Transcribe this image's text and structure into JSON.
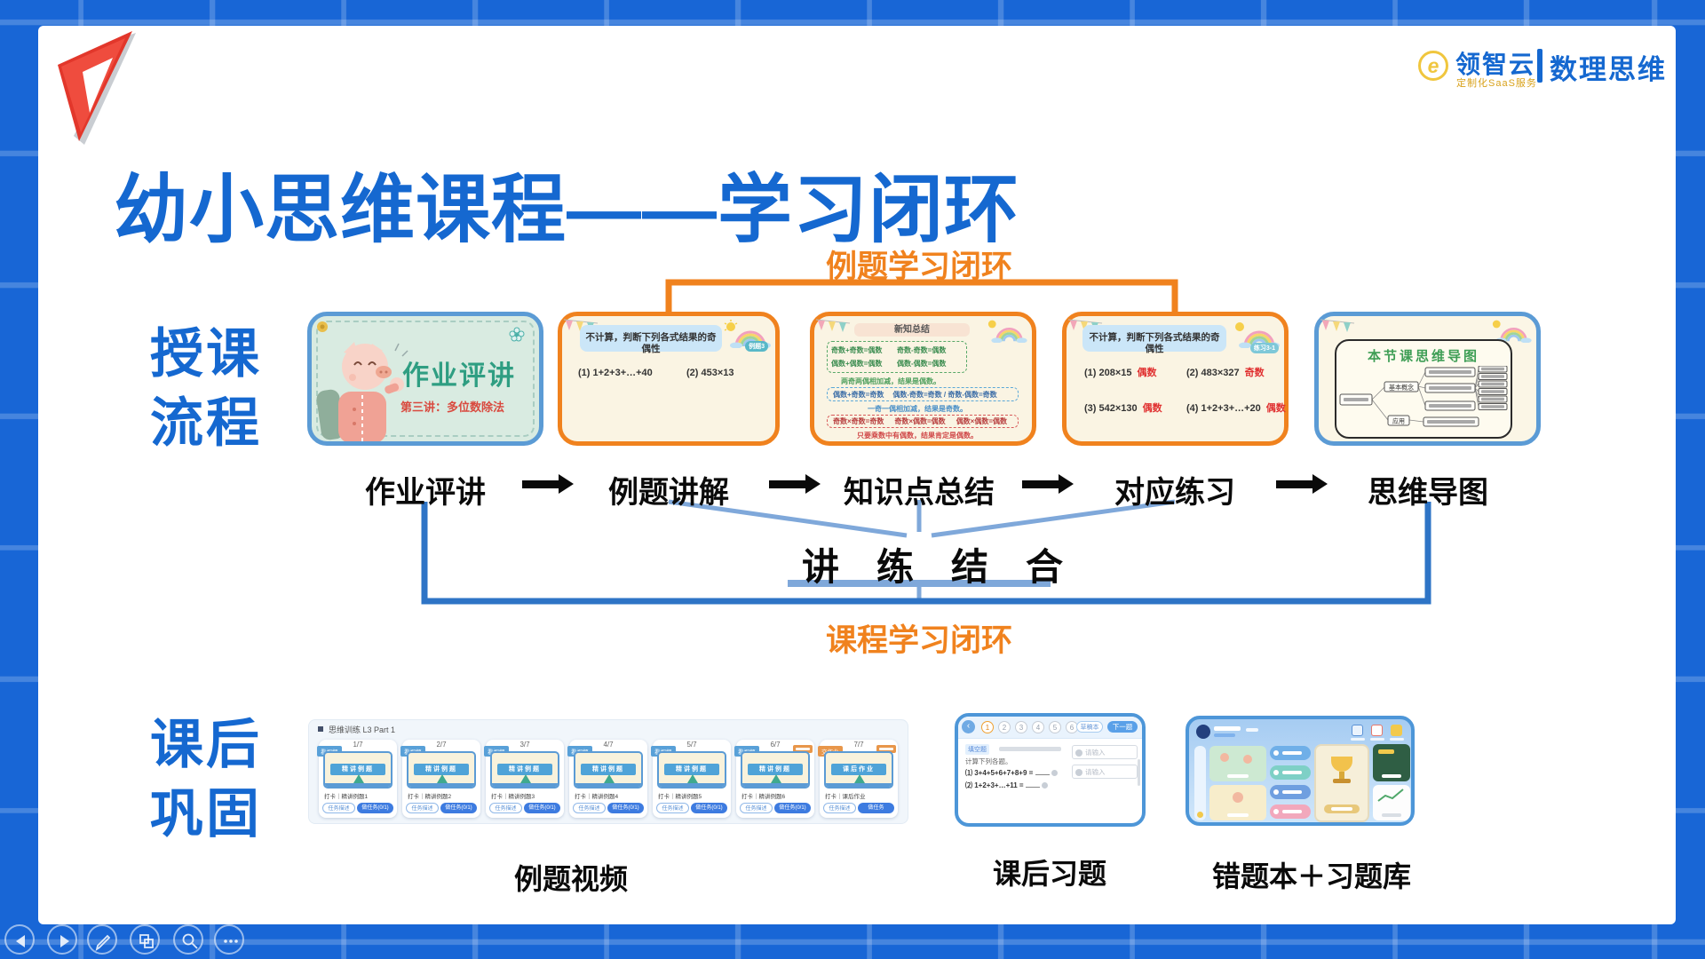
{
  "brand": {
    "name": "领智云",
    "tagline": "定制化SaaS服务",
    "product": "数理思维"
  },
  "title": "幼小思维课程——学习闭环",
  "teaching": {
    "label1": "授课",
    "label2": "流程",
    "example_loop": "例题学习闭环",
    "course_loop": "课程学习闭环",
    "combine": "讲练结合",
    "steps": [
      "作业评讲",
      "例题讲解",
      "知识点总结",
      "对应练习",
      "思维导图"
    ],
    "homework": {
      "title": "作业评讲",
      "subtitle": "第三讲：多位数除法"
    },
    "example": {
      "header": "不计算，判断下列各式结果的奇偶性",
      "badge": "例题3",
      "item1": "(1) 1+2+3+…+40",
      "item2": "(2) 453×13"
    },
    "summary": {
      "header": "新知总结",
      "g1": "奇数+奇数=偶数",
      "g2": "奇数-奇数=偶数",
      "g3": "偶数+偶数=偶数",
      "g4": "偶数-偶数=偶数",
      "gnote": "两奇两偶相加减，结果是偶数。",
      "b1": "偶数+奇数=奇数",
      "b2": "偶数-奇数=奇数 / 奇数-偶数=奇数",
      "bnote": "一奇一偶相加减，结果是奇数。",
      "r1": "奇数×奇数=奇数",
      "r2": "奇数×偶数=偶数",
      "r3": "偶数×偶数=偶数",
      "rnote": "只要乘数中有偶数，结果肯定是偶数。"
    },
    "practice": {
      "header": "不计算，判断下列各式结果的奇偶性",
      "badge": "练习3-1",
      "q1": "(1) 208×15",
      "a1": "偶数",
      "q2": "(2) 483×327",
      "a2": "奇数",
      "q3": "(3) 542×130",
      "a3": "偶数",
      "q4": "(4) 1+2+3+…+20",
      "a4": "偶数"
    },
    "mindmap": {
      "title": "本节课思维导图",
      "branch1": "基本概念",
      "branch2": "应用"
    }
  },
  "review": {
    "label1": "课后",
    "label2": "巩固",
    "videos": {
      "panel_title": "思维训练 L3 Part 1",
      "caption": "例题视频",
      "cards": [
        {
          "num": "1/7",
          "ribbon": "看视频",
          "banner": "精讲例题",
          "caption": "打卡｜精讲例题1",
          "btn1": "任务描述",
          "btn2": "做任务(0/1)"
        },
        {
          "num": "2/7",
          "ribbon": "看视频",
          "banner": "精讲例题",
          "caption": "打卡｜精讲例题2",
          "btn1": "任务描述",
          "btn2": "做任务(0/1)"
        },
        {
          "num": "3/7",
          "ribbon": "看视频",
          "banner": "精讲例题",
          "caption": "打卡｜精讲例题3",
          "btn1": "任务描述",
          "btn2": "做任务(0/1)"
        },
        {
          "num": "4/7",
          "ribbon": "看视频",
          "banner": "精讲例题",
          "caption": "打卡｜精讲例题4",
          "btn1": "任务描述",
          "btn2": "做任务(0/1)"
        },
        {
          "num": "5/7",
          "ribbon": "看视频",
          "banner": "精讲例题",
          "caption": "打卡｜精讲例题5",
          "btn1": "任务描述",
          "btn2": "做任务(0/1)"
        },
        {
          "num": "6/7",
          "ribbon": "看视频",
          "banner": "精讲例题",
          "caption": "打卡｜精讲例题6",
          "btn1": "任务描述",
          "btn2": "做任务(0/1)"
        },
        {
          "num": "7/7",
          "ribbon": "交作业",
          "banner": "课后作业",
          "caption": "打卡｜课后作业",
          "btn1": "任务描述",
          "btn2": "做任务"
        }
      ]
    },
    "quiz": {
      "caption": "课后习题",
      "nums": [
        "1",
        "2",
        "3",
        "4",
        "5",
        "6"
      ],
      "draft": "草稿本",
      "next": "下一题",
      "tag": "填空题",
      "prompt": "计算下列各题。",
      "q1": "⑴ 3+4+5+6+7+8+9 =",
      "q2": "⑵ 1+2+3+…+11 =",
      "placeholder": "请输入"
    },
    "library": {
      "caption": "错题本＋习题库"
    }
  }
}
